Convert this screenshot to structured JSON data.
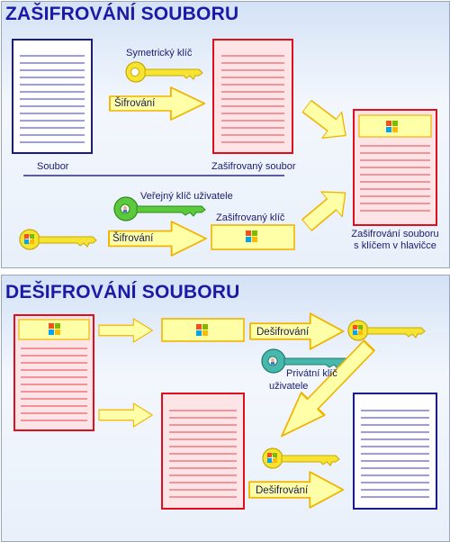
{
  "encrypt": {
    "title": "ZAŠIFROVÁNÍ SOUBORU",
    "symmetric_key": "Symetrický klíč",
    "encrypt_action_1": "Šifrování",
    "file": "Soubor",
    "encrypted_file": "Zašifrovaný soubor",
    "public_key": "Veřejný klíč uživatele",
    "encrypt_action_2": "Šifrování",
    "encrypted_key": "Zašifrovaný klíč",
    "result_line1": "Zašifrování souboru",
    "result_line2": "s klíčem v hlavičce"
  },
  "decrypt": {
    "title": "DEŠIFROVÁNÍ SOUBORU",
    "decrypt_action_1": "Dešifrování",
    "private_key_line1": "Privátní klíč",
    "private_key_line2": "uživatele",
    "decrypt_action_2": "Dešifrování"
  },
  "colors": {
    "title": "#1a1aa6",
    "blue_doc_border": "#1a1a8c",
    "red_doc_border": "#e00f1e",
    "red_doc_fill": "#fde4e6",
    "arrow_fill": "#ffffa8",
    "arrow_border": "#f0b400",
    "key_yellow": "#f6e432",
    "key_green": "#5cc83c",
    "key_teal": "#48b8ac"
  }
}
